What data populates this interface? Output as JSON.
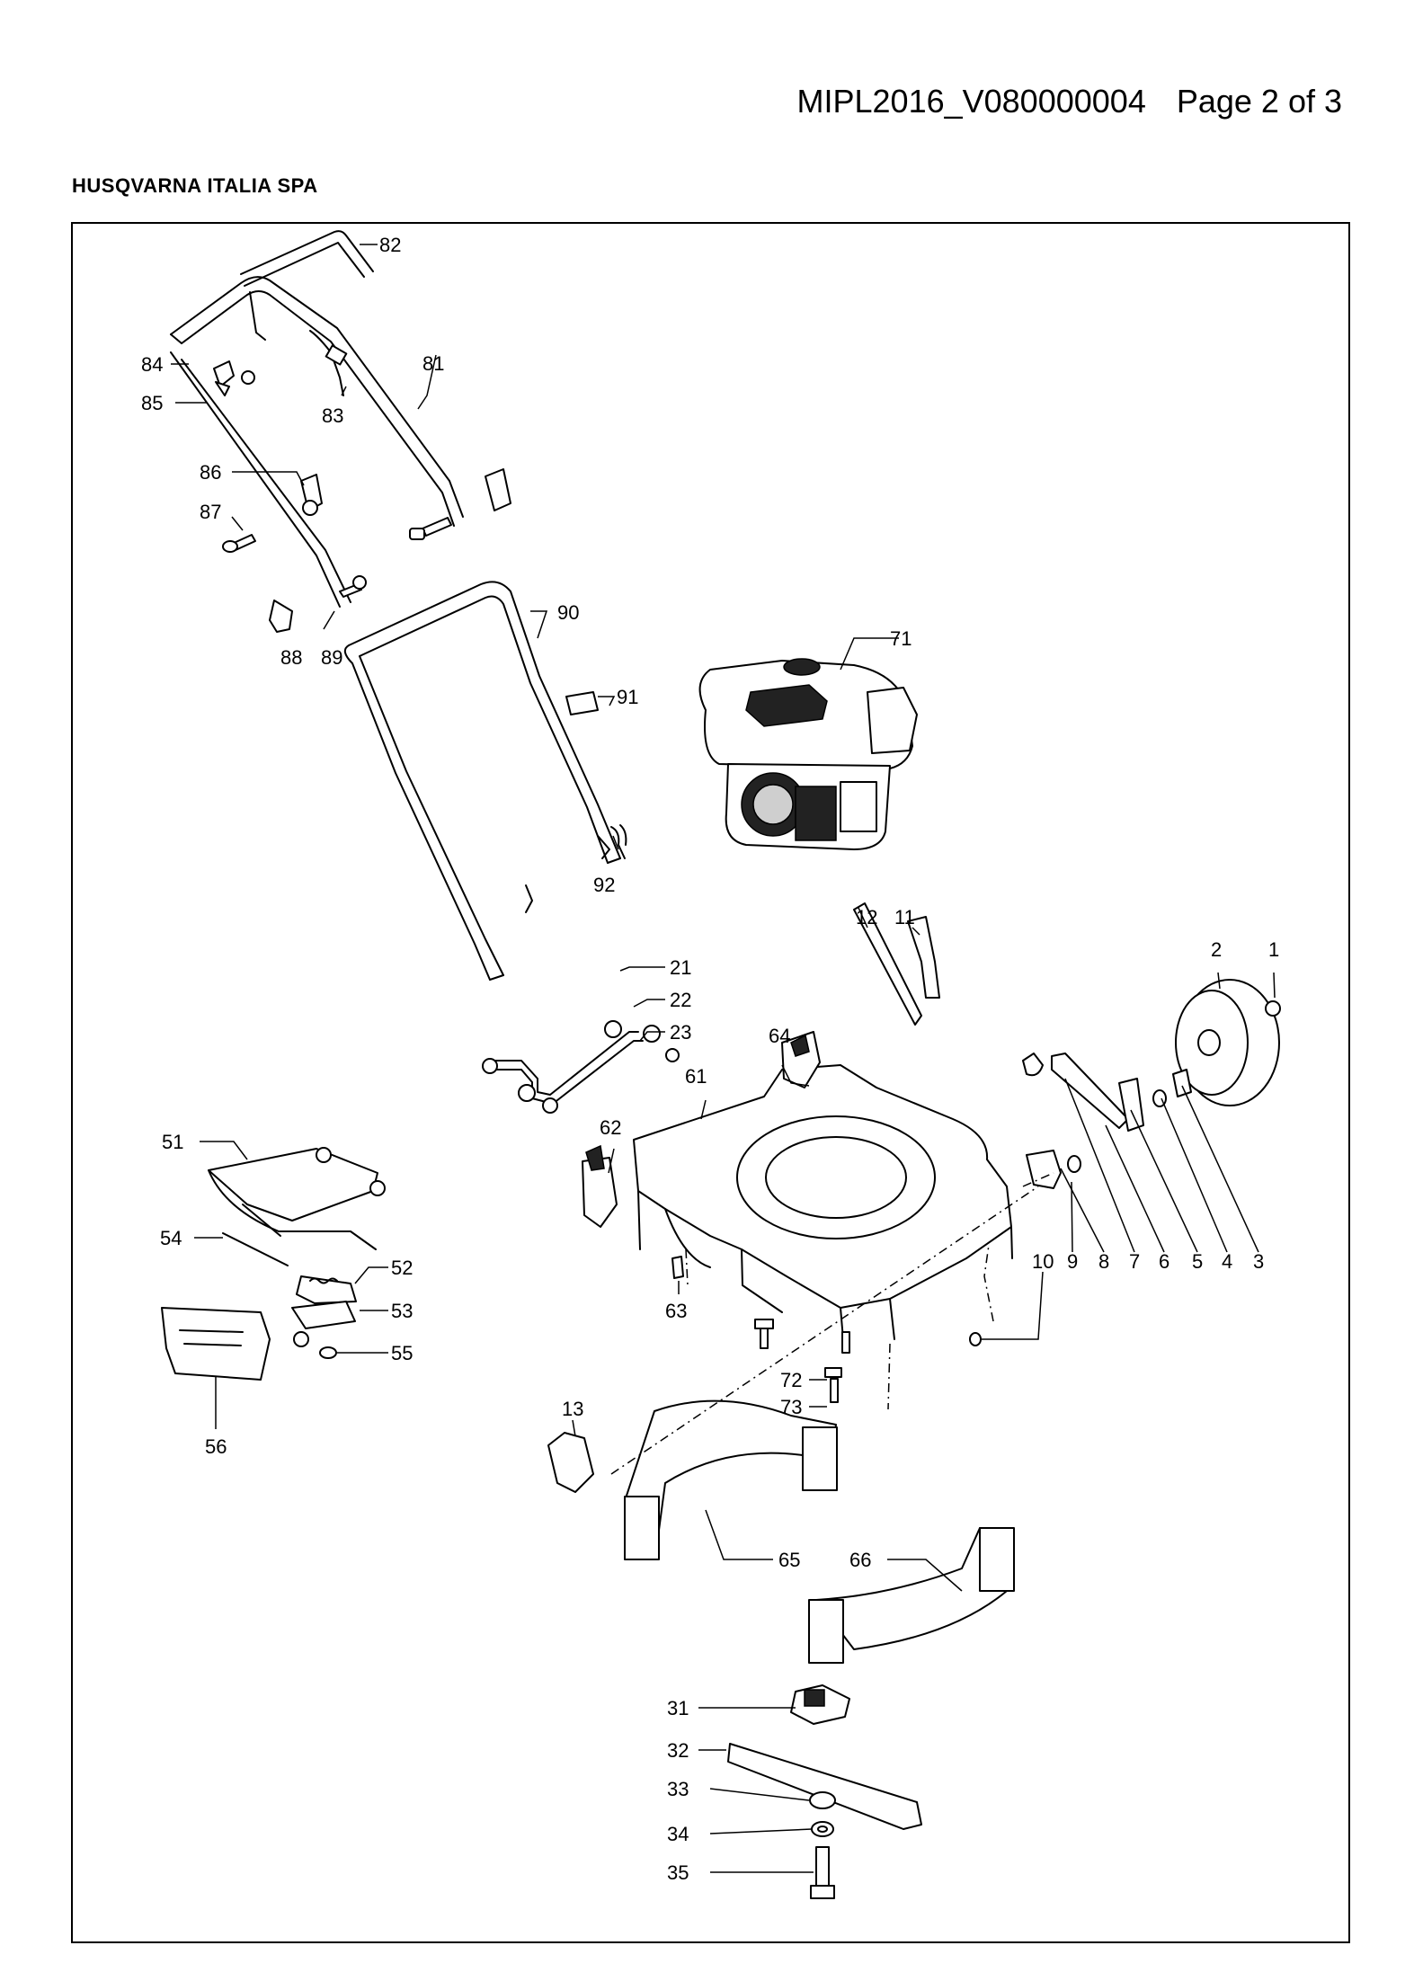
{
  "header": {
    "document_id": "MIPL2016_V080000004",
    "page_label": "Page 2 of 3"
  },
  "company": "HUSQVARNA ITALIA SPA",
  "callouts": [
    {
      "id": "c82",
      "label": "82"
    },
    {
      "id": "c81",
      "label": "81"
    },
    {
      "id": "c84",
      "label": "84"
    },
    {
      "id": "c85",
      "label": "85"
    },
    {
      "id": "c83",
      "label": "83"
    },
    {
      "id": "c86",
      "label": "86"
    },
    {
      "id": "c87",
      "label": "87"
    },
    {
      "id": "c88",
      "label": "88"
    },
    {
      "id": "c89",
      "label": "89"
    },
    {
      "id": "c90",
      "label": "90"
    },
    {
      "id": "c91",
      "label": "91"
    },
    {
      "id": "c92",
      "label": "92"
    },
    {
      "id": "c71",
      "label": "71"
    },
    {
      "id": "c12",
      "label": "12"
    },
    {
      "id": "c11",
      "label": "11"
    },
    {
      "id": "c2",
      "label": "2"
    },
    {
      "id": "c1",
      "label": "1"
    },
    {
      "id": "c21",
      "label": "21"
    },
    {
      "id": "c22",
      "label": "22"
    },
    {
      "id": "c23",
      "label": "23"
    },
    {
      "id": "c64",
      "label": "64"
    },
    {
      "id": "c61",
      "label": "61"
    },
    {
      "id": "c62",
      "label": "62"
    },
    {
      "id": "c51",
      "label": "51"
    },
    {
      "id": "c54",
      "label": "54"
    },
    {
      "id": "c52",
      "label": "52"
    },
    {
      "id": "c53",
      "label": "53"
    },
    {
      "id": "c55",
      "label": "55"
    },
    {
      "id": "c56",
      "label": "56"
    },
    {
      "id": "c63",
      "label": "63"
    },
    {
      "id": "c10",
      "label": "10"
    },
    {
      "id": "c9",
      "label": "9"
    },
    {
      "id": "c8",
      "label": "8"
    },
    {
      "id": "c7",
      "label": "7"
    },
    {
      "id": "c6",
      "label": "6"
    },
    {
      "id": "c5",
      "label": "5"
    },
    {
      "id": "c4",
      "label": "4"
    },
    {
      "id": "c3",
      "label": "3"
    },
    {
      "id": "c72",
      "label": "72"
    },
    {
      "id": "c73",
      "label": "73"
    },
    {
      "id": "c13",
      "label": "13"
    },
    {
      "id": "c65",
      "label": "65"
    },
    {
      "id": "c66",
      "label": "66"
    },
    {
      "id": "c31",
      "label": "31"
    },
    {
      "id": "c32",
      "label": "32"
    },
    {
      "id": "c33",
      "label": "33"
    },
    {
      "id": "c34",
      "label": "34"
    },
    {
      "id": "c35",
      "label": "35"
    }
  ]
}
